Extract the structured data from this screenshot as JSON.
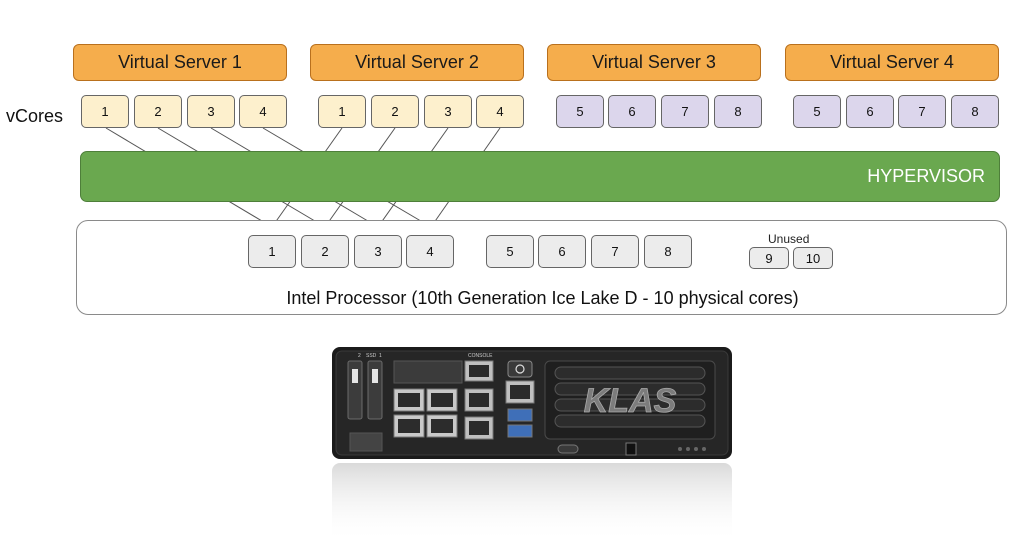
{
  "servers": [
    {
      "label": "Virtual Server 1",
      "cores": [
        "1",
        "2",
        "3",
        "4"
      ],
      "color": "yellow"
    },
    {
      "label": "Virtual Server 2",
      "cores": [
        "1",
        "2",
        "3",
        "4"
      ],
      "color": "yellow"
    },
    {
      "label": "Virtual Server 3",
      "cores": [
        "5",
        "6",
        "7",
        "8"
      ],
      "color": "purple"
    },
    {
      "label": "Virtual Server 4",
      "cores": [
        "5",
        "6",
        "7",
        "8"
      ],
      "color": "purple"
    }
  ],
  "vcores_label": "vCores",
  "hypervisor_label": "HYPERVISOR",
  "processor": {
    "label": "Intel Processor (10th Generation Ice Lake D - 10 physical cores)",
    "cores": [
      "1",
      "2",
      "3",
      "4",
      "5",
      "6",
      "7",
      "8"
    ],
    "unused_label": "Unused",
    "unused_cores": [
      "9",
      "10"
    ]
  },
  "device": {
    "port_labels": [
      "2",
      "SSD",
      "1",
      "CONSOLE"
    ],
    "logo_text": "KLAS"
  },
  "colors": {
    "server_header": "#f5ad4c",
    "vcore_group_a": "#fdf0cd",
    "vcore_group_b": "#dcd6ec",
    "hypervisor": "#6aa84f",
    "physical_core": "#ececec"
  }
}
